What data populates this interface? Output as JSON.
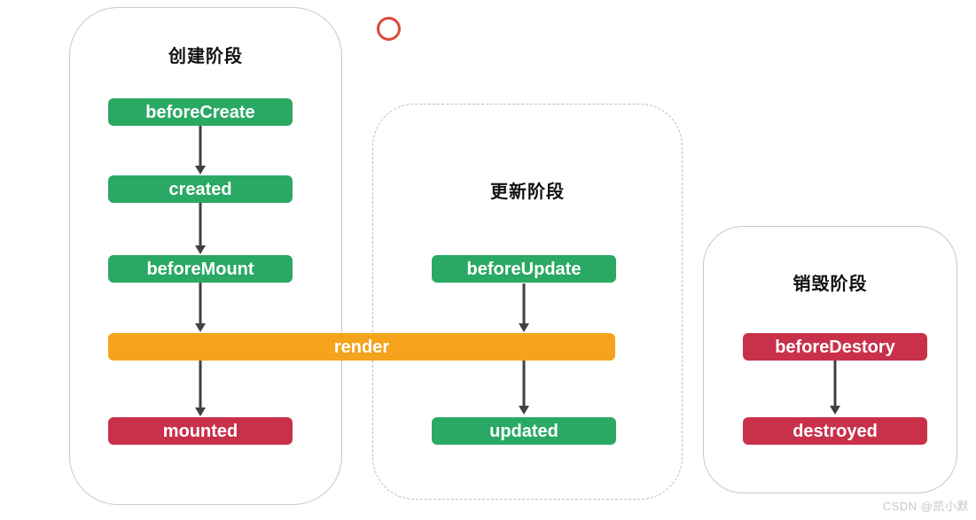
{
  "stages": {
    "creation": {
      "title": "创建阶段"
    },
    "update": {
      "title": "更新阶段"
    },
    "destruction": {
      "title": "销毁阶段"
    }
  },
  "nodes": {
    "beforeCreate": "beforeCreate",
    "created": "created",
    "beforeMount": "beforeMount",
    "render": "render",
    "mounted": "mounted",
    "beforeUpdate": "beforeUpdate",
    "updated": "updated",
    "beforeDestory": "beforeDestory",
    "destroyed": "destroyed"
  },
  "colors": {
    "node_green": "#2aa964",
    "node_orange": "#f5a31c",
    "node_red": "#c9304a",
    "arrow": "#414141",
    "circle_stroke": "#dc4a38",
    "box_border": "#c9c9c9"
  },
  "watermark": "CSDN @凯小默"
}
